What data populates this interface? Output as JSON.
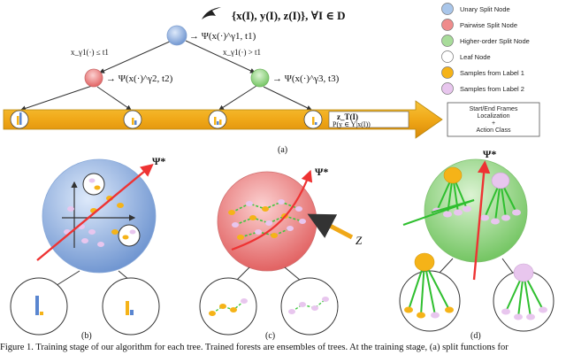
{
  "header_formula": "{x(I), y(I), z(I)}, ∀I ∈ D",
  "root_fn": "→ Ψ(x(·)^γ1, t1)",
  "left_fn": "→ Ψ(x(·)^γ2, t2)",
  "right_fn": "→ Ψ(x(·)^γ3, t3)",
  "left_cond": "x_γ1(·) ≤ t1",
  "right_cond": "x_γ1(·) > t1",
  "z_label": "z_T(I)",
  "prob_label": "P(y ∈ Y|x(I))",
  "output_box": {
    "line1": "Start/End Frames",
    "line2": "Localization",
    "line3": "+",
    "line4": "Action Class"
  },
  "legend": [
    {
      "label": "Unary Split Node",
      "color": "#a9c6ea"
    },
    {
      "label": "Pairwise Split Node",
      "color": "#ef8c8c"
    },
    {
      "label": "Higher-order Split Node",
      "color": "#a8dc9a"
    },
    {
      "label": "Leaf Node",
      "color": "#ffffff"
    },
    {
      "label": "Samples from Label 1",
      "color": "#f5b318"
    },
    {
      "label": "Samples from Label 2",
      "color": "#e8c6ee"
    }
  ],
  "panel_labels": {
    "a": "(a)",
    "b": "(b)",
    "c": "(c)",
    "d": "(d)"
  },
  "psi_star": "Ψ*",
  "z_symbol": "Z",
  "caption": "Figure 1. Training stage of our algorithm for each tree. Trained forests are ensembles of trees. At the training stage, (a) split functions for"
}
